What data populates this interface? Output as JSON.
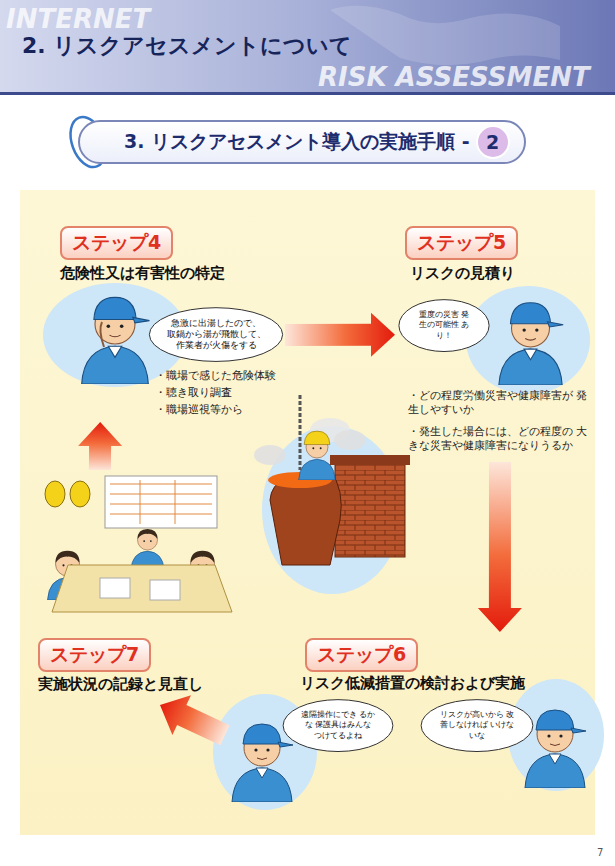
{
  "diagram": {
    "title": "2. リスクアセスメントについて",
    "nodes": [
      {
        "text": [
          "3. リスクアセスメント導入の実施手順 -",
          "2"
        ]
      },
      {
        "text": [
          "ステップ4",
          "危険性又は有害性の特定"
        ]
      },
      {
        "text": [
          "急激に出湯したので、 取鍋から湯が飛散して、 作業者が火傷をする"
        ],
        "in": 1
      },
      {
        "text": [
          "ステップ5",
          "リスクの見積り"
        ]
      },
      {
        "text": [
          "重度の災害 発生の可能性 あり！"
        ],
        "in": 3
      },
      {
        "text": [
          "ステップ6",
          "リスク低減措置の検討および実施"
        ]
      },
      {
        "text": [
          "遠隔操作にでき るかな 保護具はみんな つけてるよね"
        ],
        "in": 5
      },
      {
        "text": [
          "リスクが高いから 改善しなければ いけないな"
        ],
        "in": 5
      },
      {
        "text": [
          "ステップ7",
          "実施状況の記録と見直し"
        ]
      }
    ],
    "edges": [
      {
        "from": 1,
        "to": 3,
        "arrow": "to"
      },
      {
        "from": 3,
        "to": 5,
        "arrow": "to"
      },
      {
        "from": 5,
        "to": 8,
        "arrow": "to"
      },
      {
        "from": 8,
        "to": 1,
        "arrow": "to"
      }
    ],
    "labels": [
      "INTERNET",
      "RISK ASSESSMENT",
      "・職場で感じた危険体験",
      "・聴き取り調査",
      "・職場巡視等から",
      "・どの程度労働災害や健康障害が 発生しやすいか",
      "・発生した場合には、どの程度の 大きな災害や健康障害になりうるか",
      "7"
    ]
  }
}
